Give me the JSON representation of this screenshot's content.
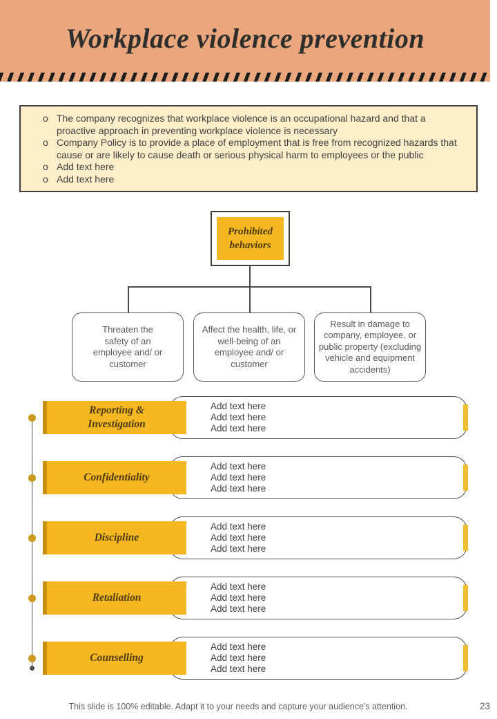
{
  "slide": {
    "title": "Workplace violence prevention",
    "footer": "This slide is 100% editable. Adapt it to your needs and capture your audience's attention.",
    "page_number": "23"
  },
  "policy_box": {
    "marker": "o",
    "items": [
      "The company recognizes that workplace violence is an occupational hazard and that a proactive approach in preventing workplace violence is necessary",
      "Company Policy is to provide a place of employment that is free from recognized hazards that cause or are likely to cause death or serious physical harm to employees or the public",
      "Add text here",
      "Add text here"
    ]
  },
  "org_chart": {
    "root_label": "Prohibited behaviors",
    "children": [
      "Threaten the safety of an employee and/ or customer",
      "Affect the health, life, or well-being of an employee and/ or customer",
      "Result in damage to company, employee, or public property (excluding vehicle and equipment accidents)"
    ]
  },
  "rows": [
    {
      "label": "Reporting & Investigation",
      "items": [
        "Add text here",
        "Add text here",
        "Add text here"
      ]
    },
    {
      "label": "Confidentiality",
      "items": [
        "Add text here",
        "Add text here",
        "Add text here"
      ]
    },
    {
      "label": "Discipline",
      "items": [
        "Add text here",
        "Add text here",
        "Add text here"
      ]
    },
    {
      "label": "Retaliation",
      "items": [
        "Add text here",
        "Add text here",
        "Add text here"
      ]
    },
    {
      "label": "Counselling",
      "items": [
        "Add text here",
        "Add text here",
        "Add text here"
      ]
    }
  ],
  "colors": {
    "header_peach": "#EAA77D",
    "stripe_black": "#1D1D1B",
    "gold": "#F5B822",
    "gold_dark": "#C89110",
    "cream_box": "#FBEEC9",
    "label_text": "#4E3A10",
    "body_text": "#3F3F3F",
    "muted_text": "#595959"
  }
}
